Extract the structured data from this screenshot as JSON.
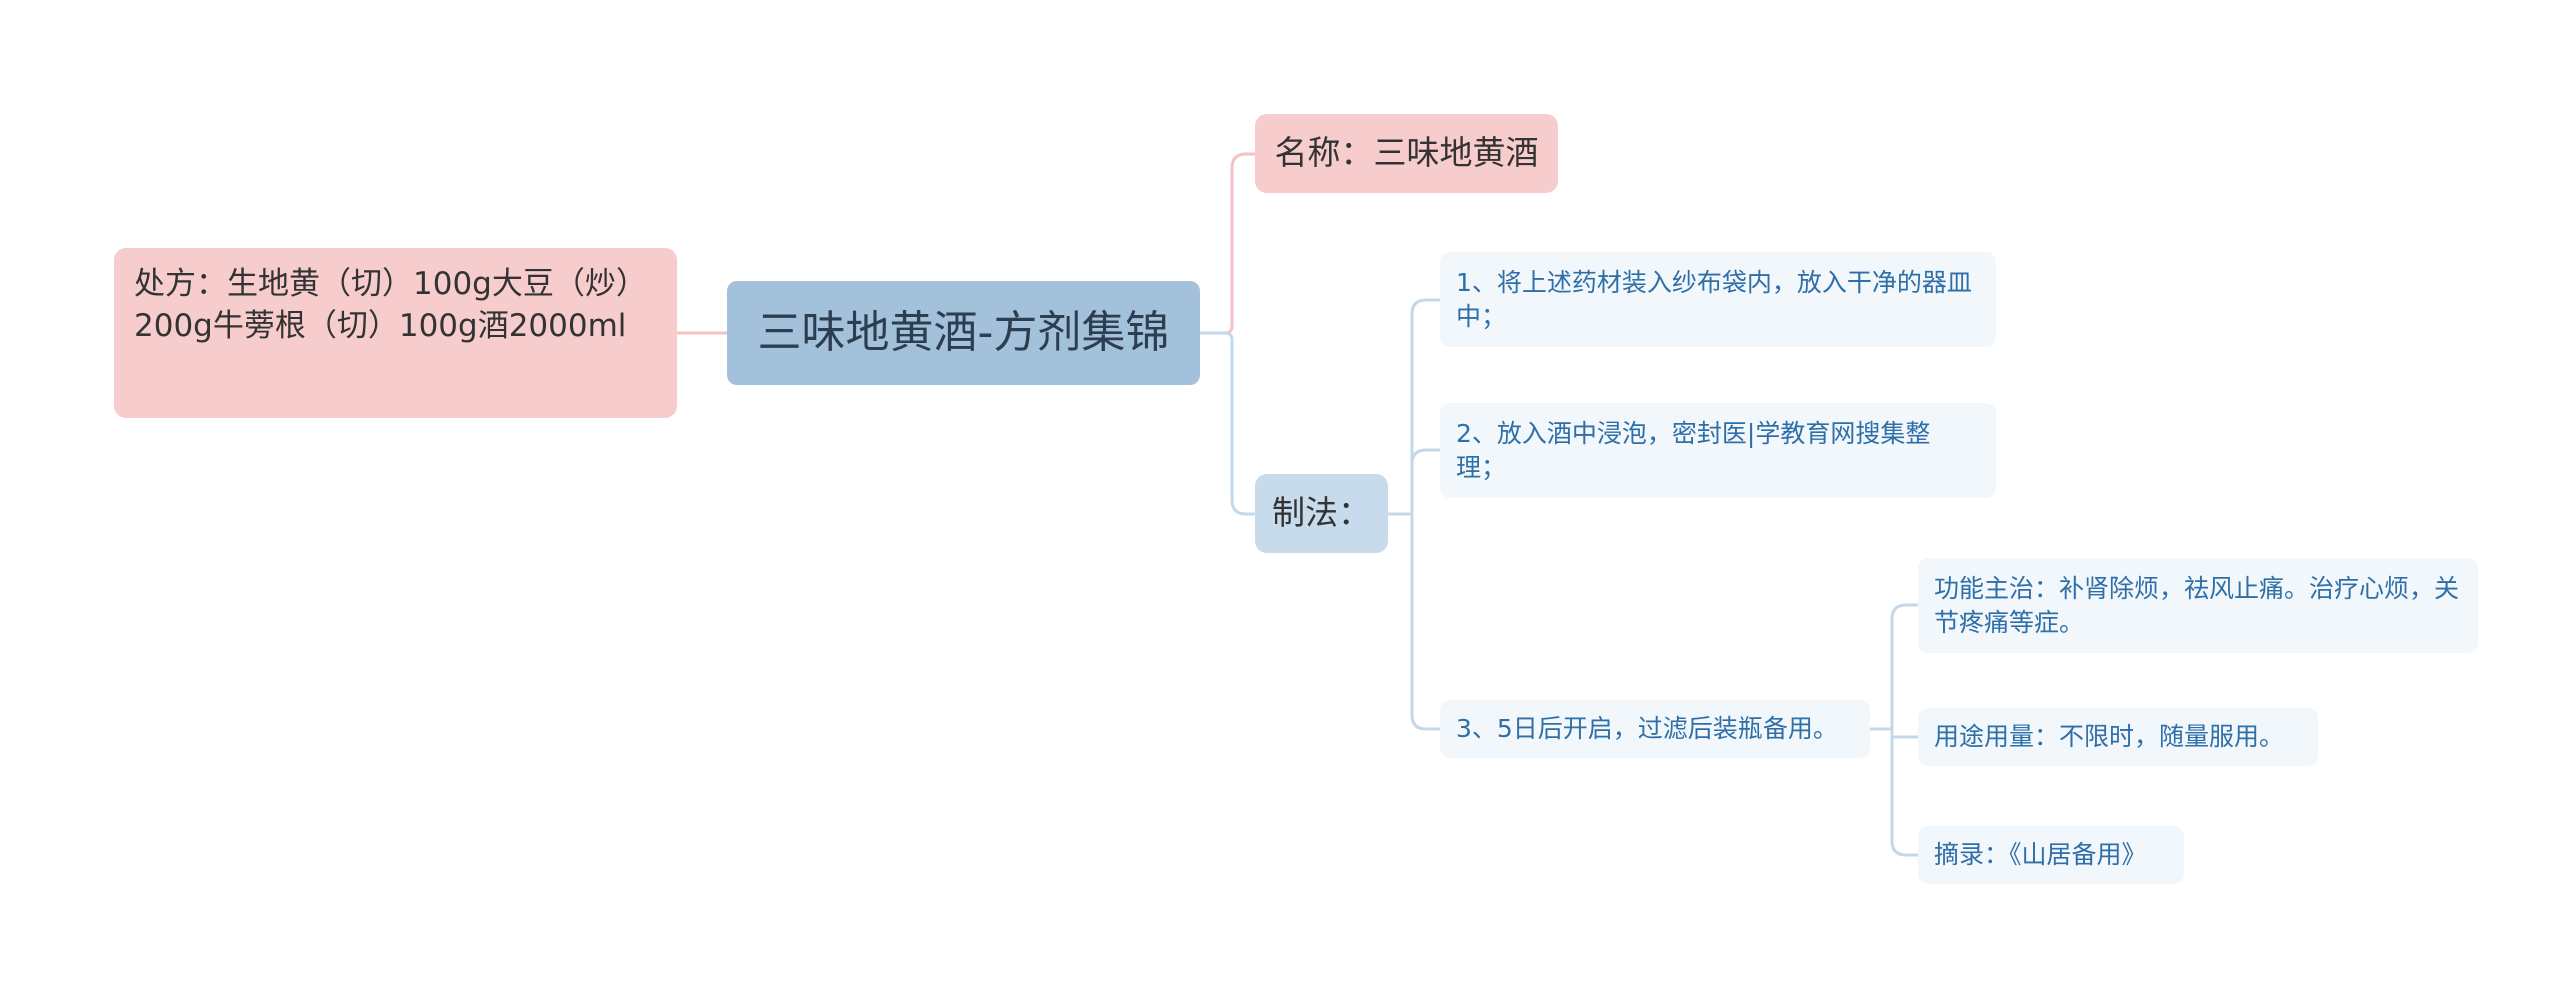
{
  "central": {
    "title": "三味地黄酒-方剂集锦"
  },
  "left_branch": {
    "text": "处方：生地黄（切）100g大豆（炒）200g牛蒡根（切）100g酒2000ml"
  },
  "right_branches": {
    "name": "名称：三味地黄酒",
    "method": "制法：",
    "steps": [
      "1、将上述药材装入纱布袋内，放入干净的器皿中；",
      "2、放入酒中浸泡，密封医|学教育网搜集整理；",
      "3、5日后开启，过滤后装瓶备用。"
    ],
    "step3_details": [
      "功能主治：补肾除烦，祛风止痛。治疗心烦，关节疼痛等症。",
      "用途用量：不限时，随量服用。",
      "摘录：《山居备用》"
    ]
  },
  "colors": {
    "central_fill": "#a3c1db",
    "pink_fill": "#f6cccc",
    "method_fill": "#c8dbec",
    "step_fill": "#f2f7fc",
    "step_text": "#2f6fa8",
    "pink_line": "#f4c2c2",
    "blue_line": "#c5d8ea"
  }
}
